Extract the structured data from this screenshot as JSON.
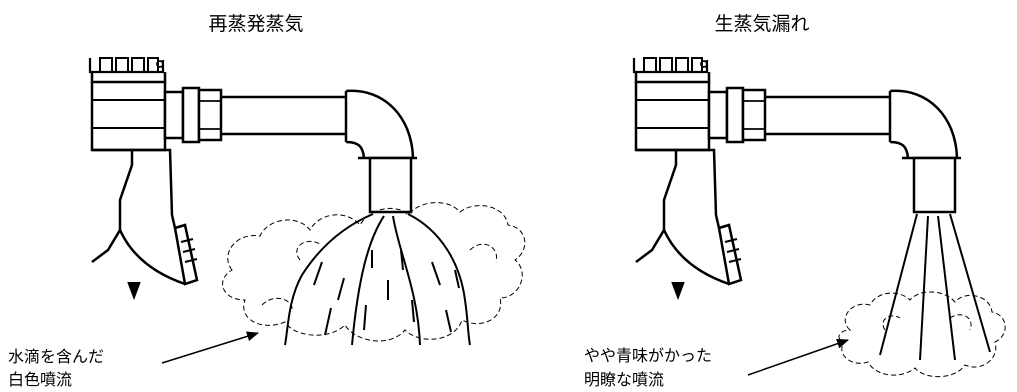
{
  "left": {
    "title": "再蒸発蒸気",
    "annotation_line1": "水滴を含んだ",
    "annotation_line2": "白色噴流"
  },
  "right": {
    "title": "生蒸気漏れ",
    "annotation_line1": "やや青味がかった",
    "annotation_line2": "明瞭な噴流"
  }
}
